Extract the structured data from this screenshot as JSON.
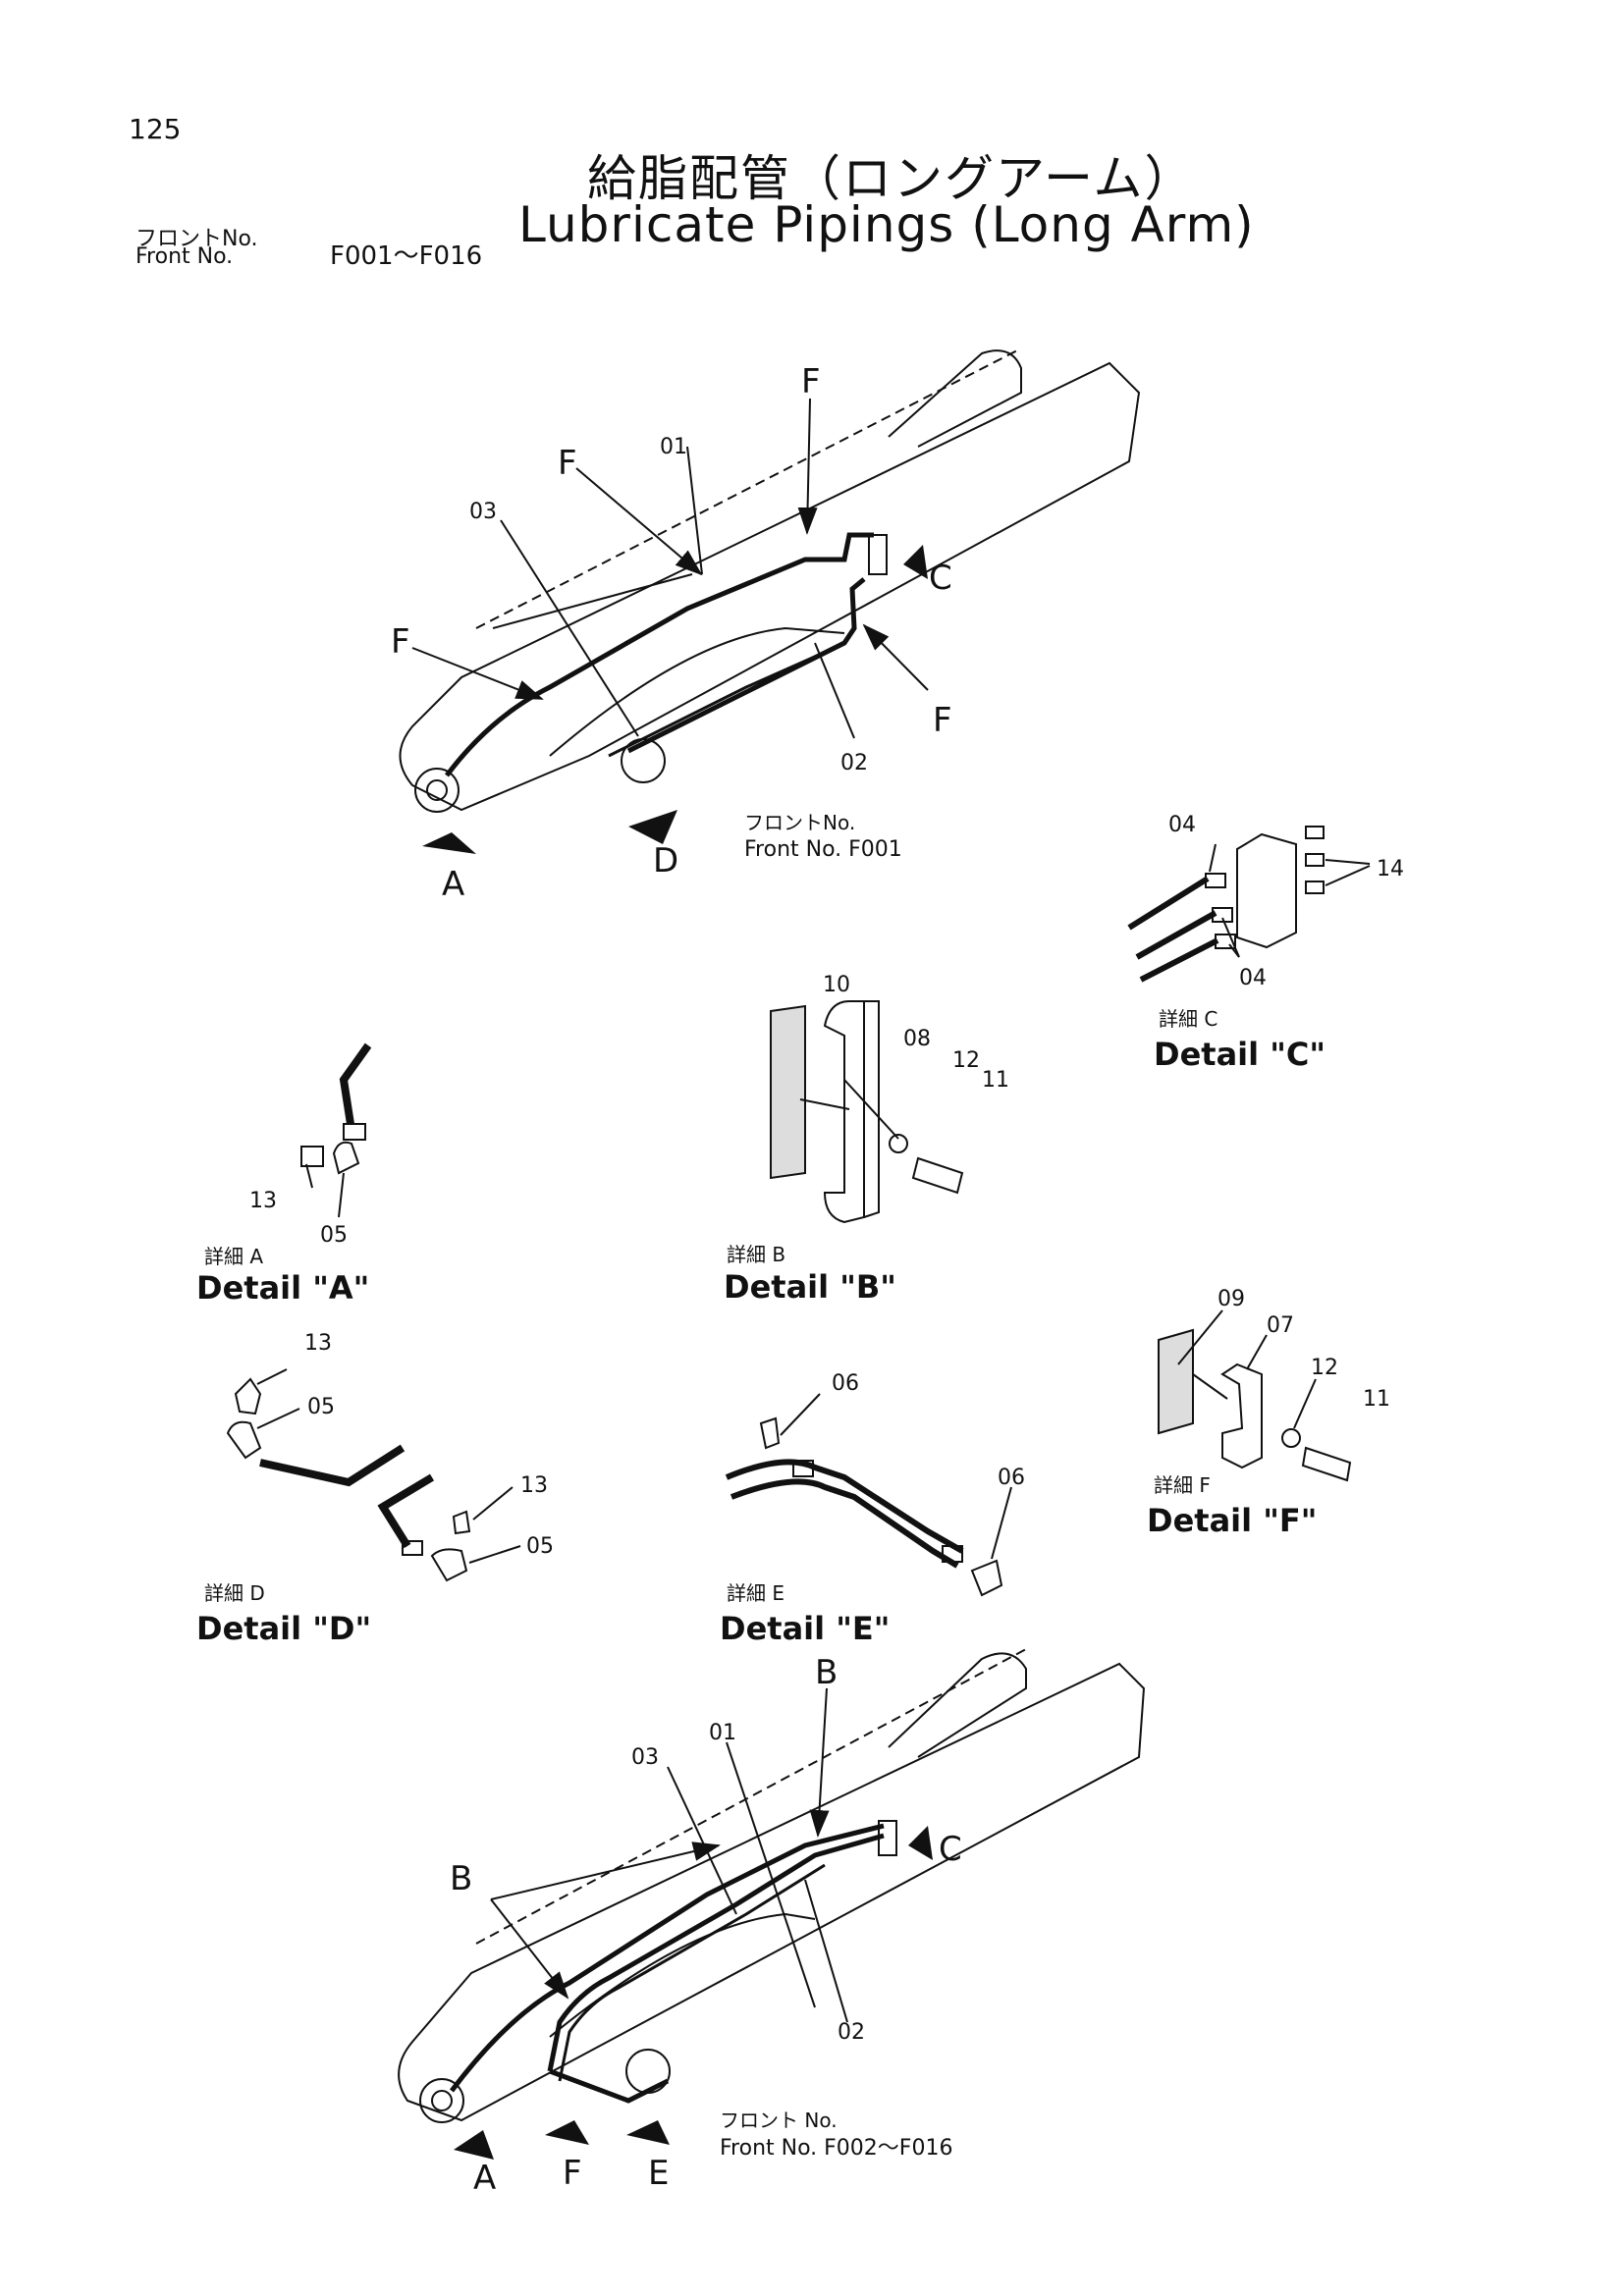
{
  "page_number": "125",
  "title_jp": "給脂配管（ロングアーム）",
  "title_en": "Lubricate Pipings (Long Arm)",
  "front_label_jp": "フロントNo.",
  "front_label_en": "Front   No.",
  "front_range": "F001～F016",
  "top_view": {
    "front_jp": "フロントNo.",
    "front_en": "Front No. F001",
    "parts": [
      "01",
      "02",
      "03"
    ],
    "markers": [
      "F",
      "F",
      "F",
      "F",
      "C",
      "A",
      "D"
    ]
  },
  "bottom_view": {
    "front_jp": "フロント No.",
    "front_en": "Front  No. F002～F016",
    "parts": [
      "01",
      "02",
      "03"
    ],
    "markers": [
      "B",
      "B",
      "C",
      "A",
      "F",
      "E"
    ]
  },
  "details": {
    "a": {
      "jp": "詳細 A",
      "en": "Detail \"A\"",
      "parts": [
        "13",
        "05"
      ]
    },
    "b": {
      "jp": "詳細 B",
      "en": "Detail \"B\"",
      "parts": [
        "10",
        "08",
        "12",
        "11"
      ]
    },
    "c": {
      "jp": "詳細 C",
      "en": "Detail \"C\"",
      "parts": [
        "04",
        "14",
        "04"
      ]
    },
    "d": {
      "jp": "詳細 D",
      "en": "Detail \"D\"",
      "parts": [
        "13",
        "05",
        "13",
        "05"
      ]
    },
    "e": {
      "jp": "詳細 E",
      "en": "Detail \"E\"",
      "parts": [
        "06",
        "06"
      ]
    },
    "f": {
      "jp": "詳細 F",
      "en": "Detail \"F\"",
      "parts": [
        "09",
        "07",
        "12",
        "11"
      ]
    }
  }
}
